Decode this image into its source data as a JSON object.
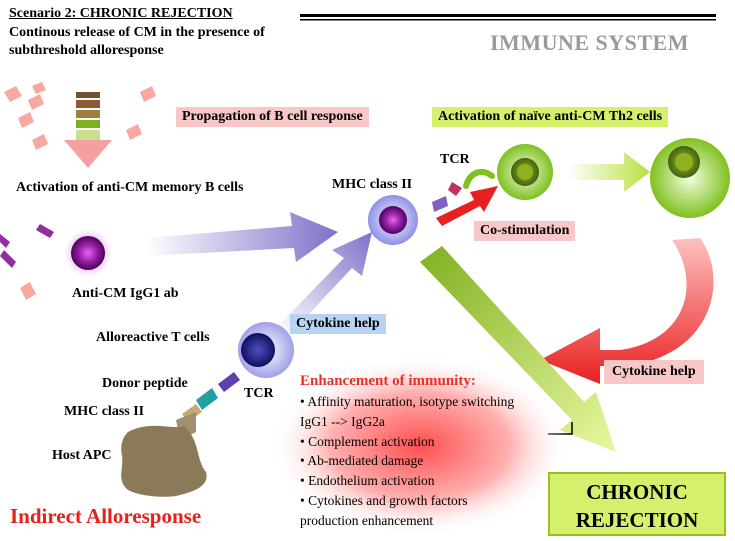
{
  "header": {
    "scenario": "Scenario 2: CHRONIC REJECTION",
    "subtitle": "Continous release of CM in the presence of subthreshold alloresponse",
    "section": "IMMUNE SYSTEM"
  },
  "boxes": {
    "propagation": "Propagation of B cell response",
    "activation_th2": "Activation of naïve anti-CM Th2 cells",
    "costimulation": "Co-stimulation",
    "cytokine_help_left": "Cytokine help",
    "cytokine_help_right": "Cytokine help"
  },
  "labels": {
    "memory_b": "Activation of anti-CM memory B cells",
    "mhc_class_ii_top": "MHC class II",
    "tcr_top": "TCR",
    "igg1": "Anti-CM IgG1 ab",
    "alloreactive": "Alloreactive T cells",
    "donor_peptide": "Donor peptide",
    "tcr_bottom": "TCR",
    "mhc_class_ii_bottom": "MHC class II",
    "host_apc": "Host APC"
  },
  "enhancement": {
    "title": "Enhancement of immunity:",
    "items": [
      "• Affinity maturation, isotype switching IgG1 --> IgG2a",
      "• Complement activation",
      "• Ab-mediated damage",
      "• Endothelium activation",
      "• Cytokines and growth factors production enhancement"
    ]
  },
  "footer": {
    "indirect": "Indirect Alloresponse",
    "chronic": "CHRONIC REJECTION"
  },
  "colors": {
    "red_text": "#e8201a",
    "green_box": "#d4f06c",
    "pink_box": "#f8c8c8",
    "blue_box": "#b8d4f4"
  }
}
